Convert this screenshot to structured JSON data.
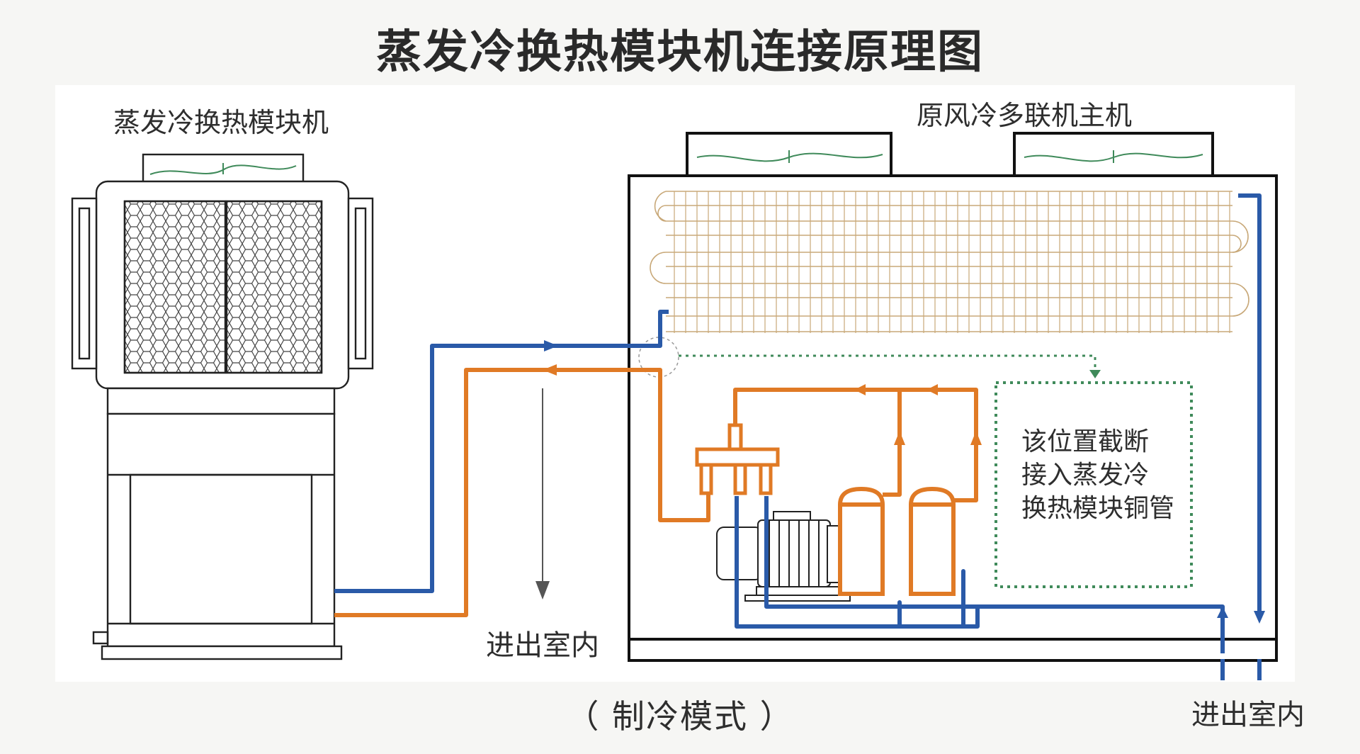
{
  "title": "蒸发冷换热模块机连接原理图",
  "evap_module": {
    "label": "蒸发冷换热模块机"
  },
  "vrf_host": {
    "label": "原风冷多联机主机"
  },
  "indoor_left": {
    "label": "进出室内"
  },
  "indoor_right": {
    "label": "进出室内"
  },
  "note": {
    "lines": [
      "该位置截断",
      "接入蒸发冷",
      "换热模块铜管"
    ]
  },
  "mode": {
    "label": "（ 制冷模式 ）"
  },
  "colors": {
    "liquid_line": "#2a5aa8",
    "gas_line": "#e07a25",
    "dotted_line": "#3f8a5a",
    "outline": "#222222",
    "flow_arrow": "#555555"
  }
}
